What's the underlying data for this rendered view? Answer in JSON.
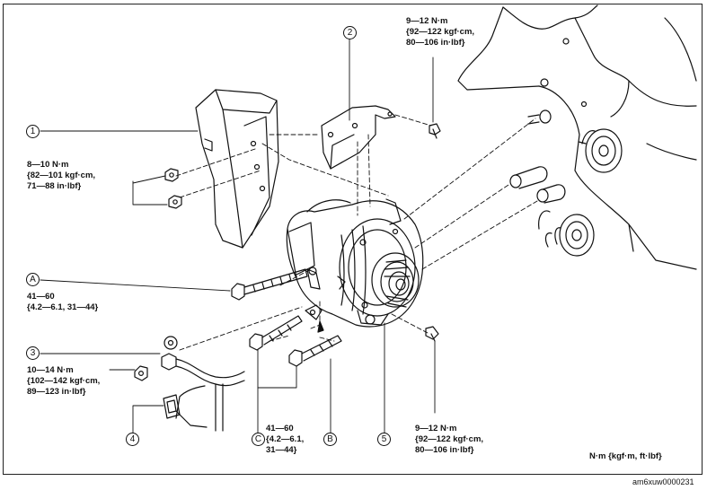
{
  "callouts": {
    "c1": "1",
    "c2": "2",
    "c3": "3",
    "c4": "4",
    "c5": "5",
    "cA": "A",
    "cB": "B",
    "cC": "C"
  },
  "torques": {
    "t_top": [
      "9—12 N·m",
      "{92—122 kgf·cm,",
      "80—106 in·lbf}"
    ],
    "t_left": [
      "8—10 N·m",
      "{82—101 kgf·cm,",
      "71—88 in·lbf}"
    ],
    "t_a": [
      "41—60",
      "{4.2—6.1, 31—44}"
    ],
    "t_3": [
      "10—14 N·m",
      "{102—142 kgf·cm,",
      "89—123 in·lbf}"
    ],
    "t_c": [
      "41—60",
      "{4.2—6.1,",
      "31—44}"
    ],
    "t_bottom": [
      "9—12 N·m",
      "{92—122 kgf·cm,",
      "80—106 in·lbf}"
    ]
  },
  "units_note": "N·m {kgf·m, ft·lbf}",
  "figure_code": "am6xuw0000231"
}
